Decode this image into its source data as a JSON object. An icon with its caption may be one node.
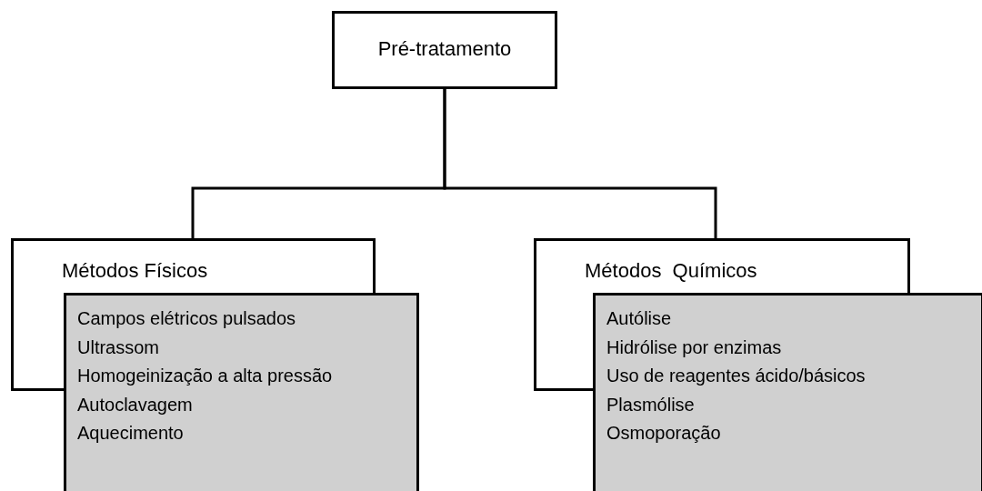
{
  "diagram": {
    "nodes": [
      {
        "text": [
          "Pré-tratamento"
        ]
      },
      {
        "text": [
          "Métodos Físicos"
        ]
      },
      {
        "text": [
          "Campos elétricos pulsados",
          "Ultrassom",
          "Homogeinização a alta pressão",
          "Autoclavagem",
          "Aquecimento"
        ]
      },
      {
        "text": [
          "Métodos  Químicos"
        ]
      },
      {
        "text": [
          "Autólise",
          "Hidrólise por enzimas",
          "Uso de reagentes ácido/básicos",
          "Plasmólise",
          "Osmoporação"
        ]
      }
    ],
    "edges": [
      {
        "from": 0,
        "to": 1,
        "arrow": "none"
      },
      {
        "from": 0,
        "to": 3,
        "arrow": "none"
      }
    ]
  }
}
